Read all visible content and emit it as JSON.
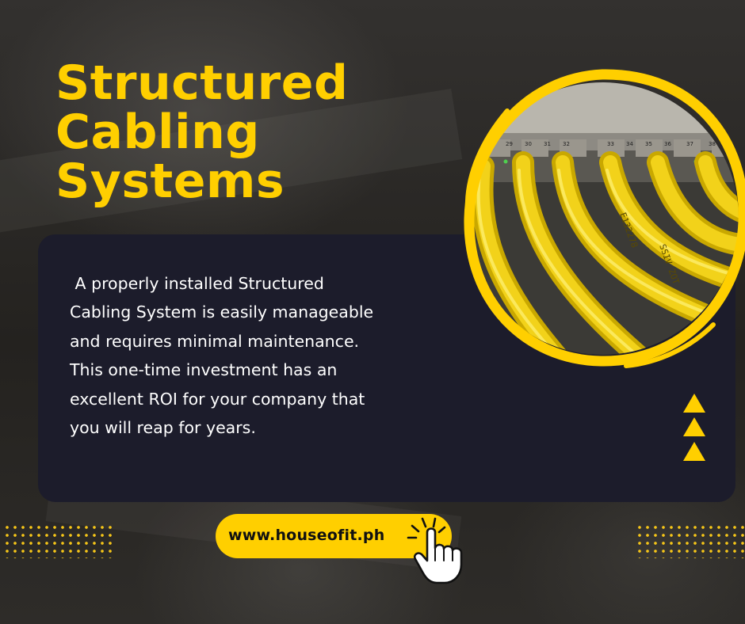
{
  "title": {
    "lines": [
      "Structured",
      "Cabling",
      "Systems"
    ]
  },
  "body_text": " A properly installed Structured\nCabling System is easily manageable\nand requires minimal maintenance.\nThis one-time investment has an\nexcellent ROI for your company that\nyou will reap for years.",
  "photo": {
    "port_labels": [
      "29",
      "30",
      "31",
      "32",
      "33",
      "34",
      "35",
      "36",
      "37",
      "38"
    ],
    "cable_print_1": "E132278",
    "cable_print_2": "SSIV ZOT"
  },
  "website": {
    "url": "www.houseofit.ph"
  },
  "icons": {
    "arrows": "triangle-up-icon",
    "pointer": "hand-pointer-icon"
  },
  "colors": {
    "accent": "#ffcf00",
    "panel": "#1c1c2b",
    "background": "#2a2826",
    "text": "#ffffff"
  }
}
